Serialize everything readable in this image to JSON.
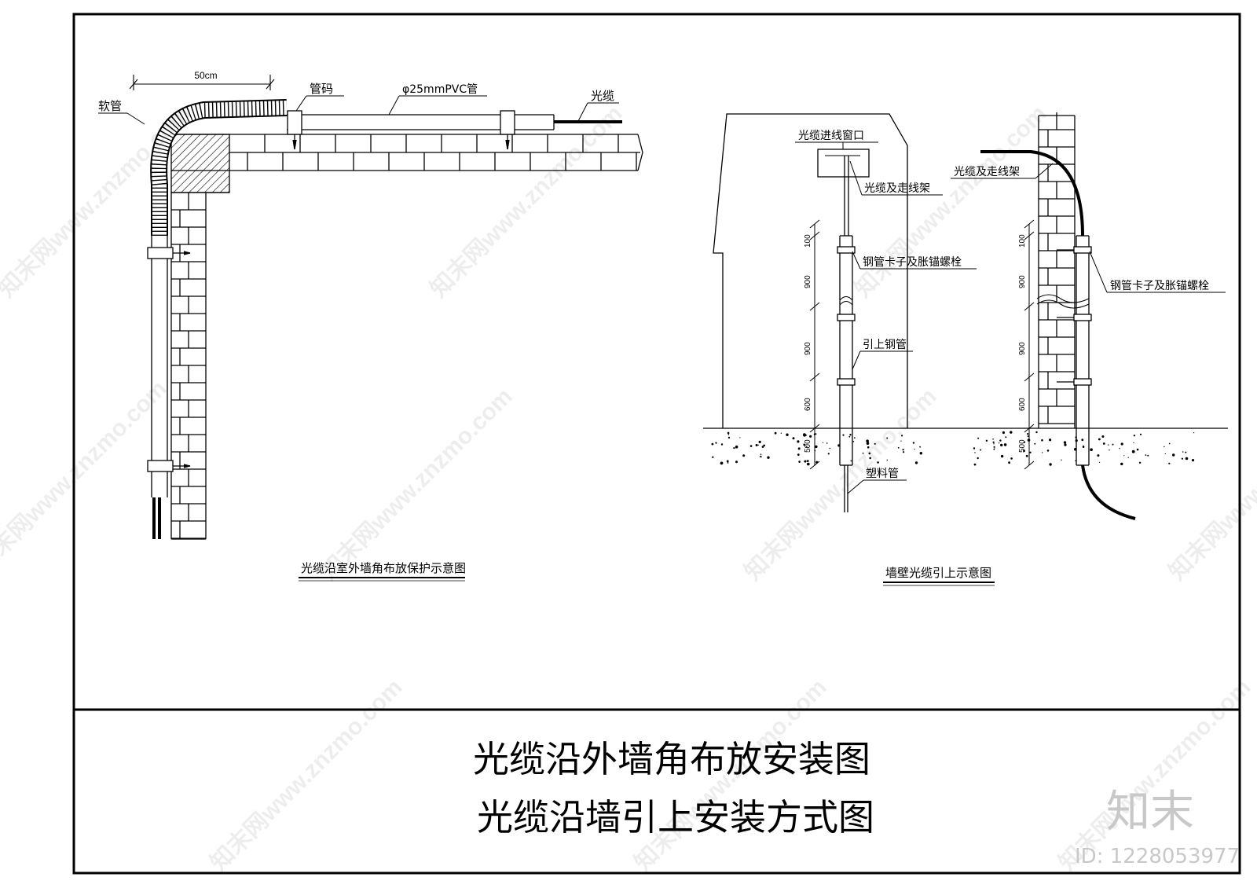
{
  "left_diagram": {
    "caption": "光缆沿室外墙角布放保护示意图",
    "dim_50": "50cm",
    "labels": {
      "ruanguan": "软管",
      "guanma": "管码",
      "pvc": "φ25mmPVC管",
      "guanglan": "光缆"
    }
  },
  "right_diagram": {
    "caption": "墙壁光缆引上示意图",
    "labels": {
      "window": "光缆进线窗口",
      "tray_left": "光缆及走线架",
      "clamp_left": "钢管卡子及胀锚螺栓",
      "steel_pipe": "引上钢管",
      "plastic_pipe": "塑料管",
      "tray_right": "光缆及走线架",
      "clamp_right": "钢管卡子及胀锚螺栓"
    },
    "dims": [
      "100",
      "900",
      "900",
      "600",
      "500"
    ]
  },
  "title_block": {
    "line1": "光缆沿外墙角布放安装图",
    "line2": "光缆沿墙引上安装方式图"
  },
  "watermark": {
    "text": "知末网www.znzmo.com",
    "brand": "知末",
    "id": "ID: 1228053977"
  }
}
